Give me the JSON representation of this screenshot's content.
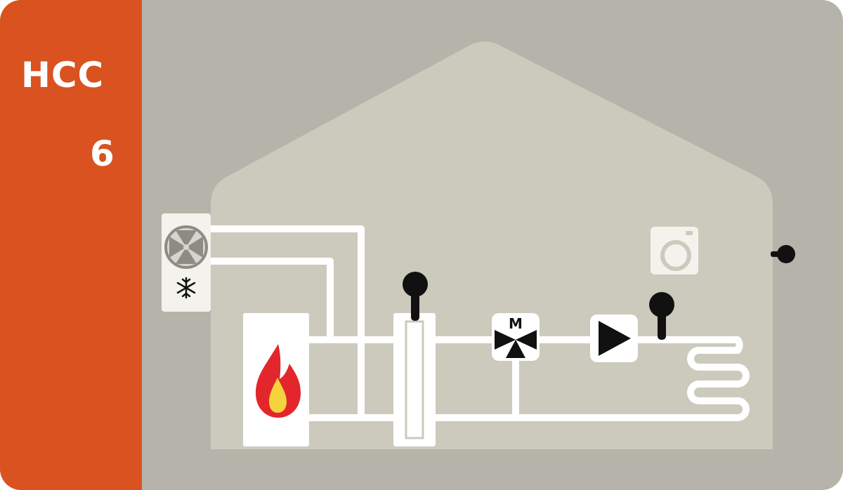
{
  "system": {
    "code": "HCC",
    "number": "6"
  },
  "components": {
    "valve_label": "M"
  },
  "colors": {
    "accent": "#d9521f",
    "background": "#b6b4aa",
    "house": "#cbcabd",
    "pipe": "#ffffff",
    "sensor": "#111111",
    "flame_outer": "#e2262b",
    "flame_inner": "#f4d33c"
  },
  "icons": [
    "fan-icon",
    "snowflake-icon",
    "flame-icon",
    "temperature-sensor-icon",
    "mixing-valve-icon",
    "pump-icon",
    "room-unit-icon"
  ]
}
